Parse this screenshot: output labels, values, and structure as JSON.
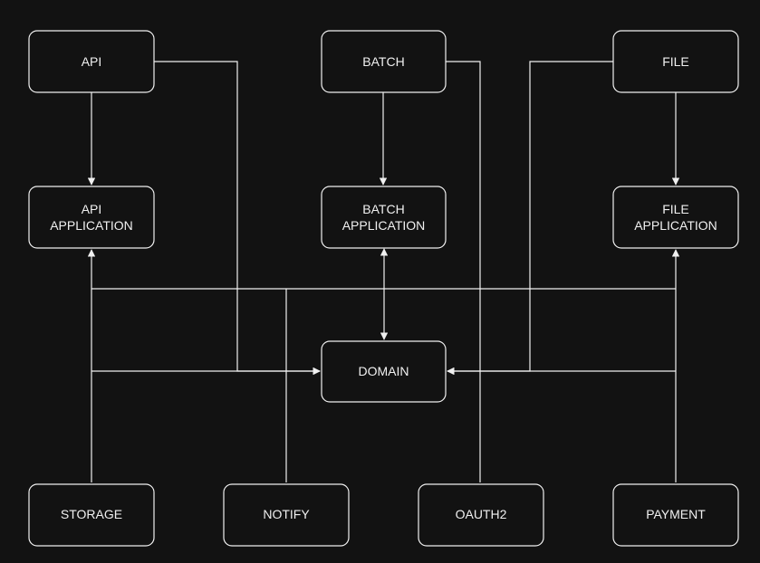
{
  "theme": {
    "background": "#121212",
    "stroke": "#f0f0f0",
    "text": "#f0f0f0"
  },
  "nodes": {
    "api": {
      "lines": [
        "API"
      ]
    },
    "batch": {
      "lines": [
        "BATCH"
      ]
    },
    "file": {
      "lines": [
        "FILE"
      ]
    },
    "api_application": {
      "lines": [
        "API",
        "APPLICATION"
      ]
    },
    "batch_application": {
      "lines": [
        "BATCH",
        "APPLICATION"
      ]
    },
    "file_application": {
      "lines": [
        "FILE",
        "APPLICATION"
      ]
    },
    "domain": {
      "lines": [
        "DOMAIN"
      ]
    },
    "storage": {
      "lines": [
        "STORAGE"
      ]
    },
    "notify": {
      "lines": [
        "NOTIFY"
      ]
    },
    "oauth2": {
      "lines": [
        "OAUTH2"
      ]
    },
    "payment": {
      "lines": [
        "PAYMENT"
      ]
    }
  },
  "edges": [
    {
      "from": "api",
      "to": "api_application",
      "arrow": "end"
    },
    {
      "from": "batch",
      "to": "batch_application",
      "arrow": "end"
    },
    {
      "from": "file",
      "to": "file_application",
      "arrow": "end"
    },
    {
      "from": "batch_application",
      "to": "domain",
      "arrow": "both"
    },
    {
      "from": "api",
      "to": "domain",
      "arrow": "end"
    },
    {
      "from": "file",
      "to": "domain",
      "arrow": "end"
    },
    {
      "from": "storage",
      "to": "api_application",
      "arrow": "end"
    },
    {
      "from": "payment",
      "to": "file_application",
      "arrow": "end"
    },
    {
      "from": "storage",
      "to": "domain",
      "arrow": "end"
    },
    {
      "from": "payment",
      "to": "domain",
      "arrow": "end"
    },
    {
      "from": "notify",
      "to": "bus",
      "arrow": "none"
    },
    {
      "from": "oauth2",
      "to": "bus",
      "arrow": "none"
    },
    {
      "from": "batch",
      "to": "bus",
      "arrow": "none"
    }
  ]
}
